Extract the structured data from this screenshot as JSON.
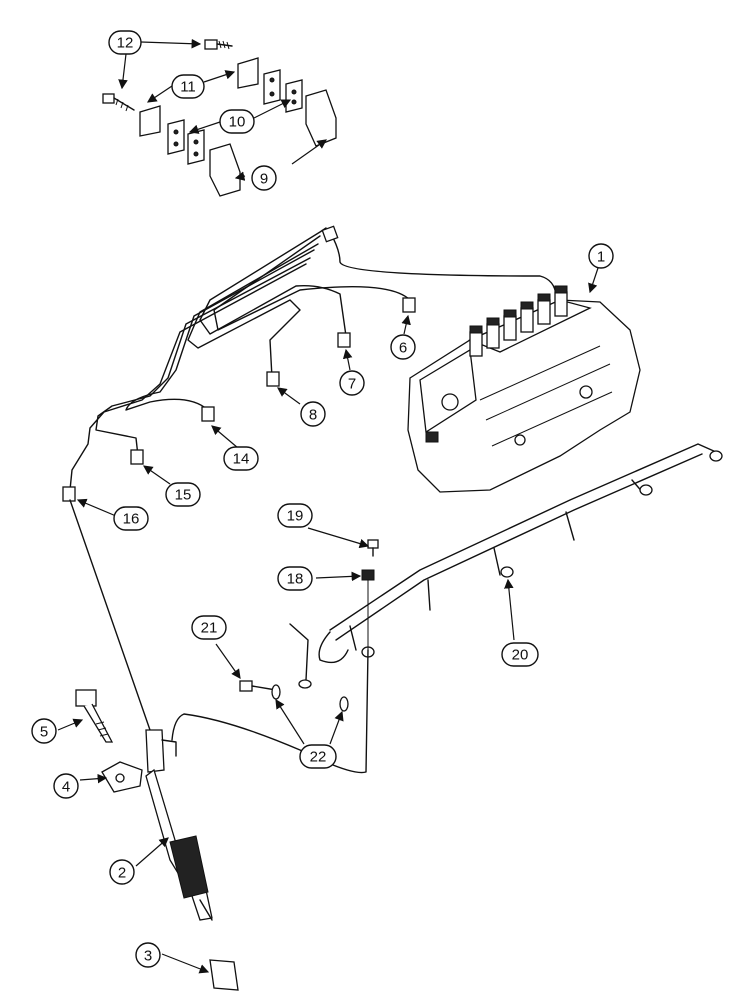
{
  "callouts": {
    "c1": "1",
    "c2": "2",
    "c3": "3",
    "c4": "4",
    "c5": "5",
    "c6": "6",
    "c7": "7",
    "c8": "8",
    "c9": "9",
    "c10": "10",
    "c11": "11",
    "c12": "12",
    "c14": "14",
    "c15": "15",
    "c16": "16",
    "c18": "18",
    "c19": "19",
    "c20": "20",
    "c21": "21",
    "c22": "22"
  }
}
